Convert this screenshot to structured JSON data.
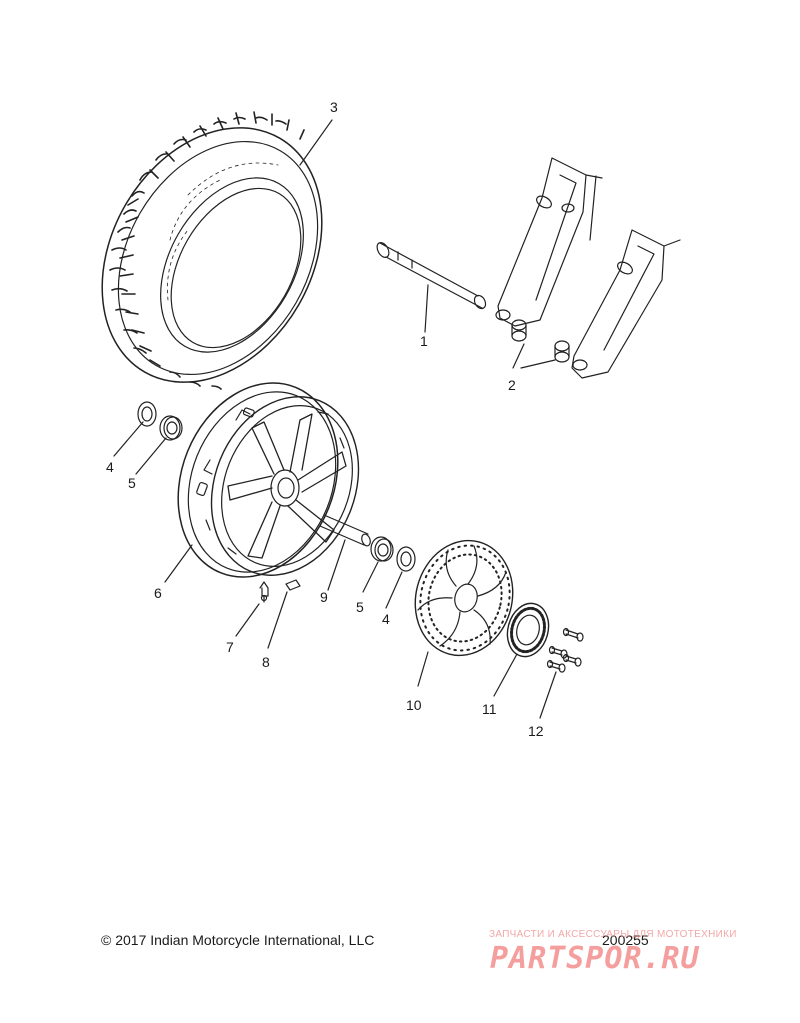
{
  "callouts": {
    "c1": "1",
    "c2": "2",
    "c3": "3",
    "c4a": "4",
    "c4b": "4",
    "c5a": "5",
    "c5b": "5",
    "c6": "6",
    "c7": "7",
    "c8": "8",
    "c9": "9",
    "c10": "10",
    "c11": "11",
    "c12": "12"
  },
  "footer": {
    "copyright": "© 2017 Indian Motorcycle International, LLC",
    "drawing_number": "200255"
  },
  "watermark": {
    "tagline": "ЗАПЧАСТИ И АКСЕССУАРЫ ДЛЯ МОТОТЕХНИКИ",
    "logo_text": "PARTSPOR.RU"
  },
  "colors": {
    "line": "#222222",
    "watermark": "#ee5050"
  }
}
